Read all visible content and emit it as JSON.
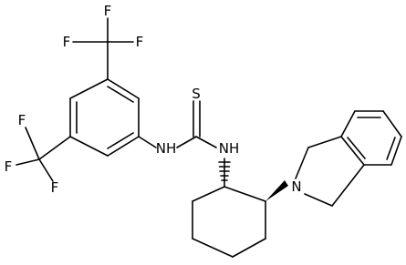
{
  "colors": {
    "bond": "#000000",
    "label": "#000000",
    "background": "#ffffff"
  },
  "atoms": {
    "f_top_1": "F",
    "f_top_2": "F",
    "f_top_3": "F",
    "f_left_1": "F",
    "f_left_2": "F",
    "f_left_3": "F",
    "sulfur": "S",
    "nh_left": "NH",
    "nh_right": "NH",
    "n_isoindoline": "N"
  }
}
